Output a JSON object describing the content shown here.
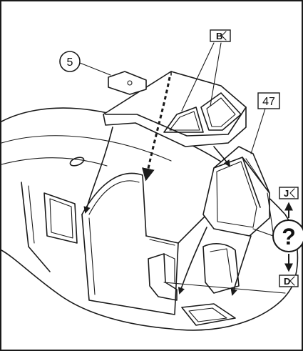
{
  "callouts": {
    "part_number": "5",
    "canopy_number": "47",
    "question_mark": "?"
  },
  "decal_boxes": {
    "top": "B",
    "right_upper": "J",
    "right_lower": "D"
  }
}
